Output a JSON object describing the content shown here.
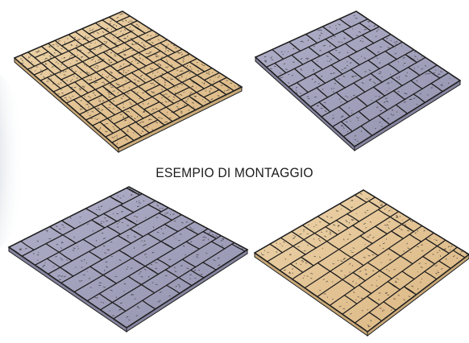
{
  "caption": "ESEMPIO DI MONTAGGIO",
  "colors": {
    "sand": "#e6c89a",
    "sand_side": "#c9a978",
    "slate": "#a3a2bd",
    "slate_side": "#85849f",
    "outline": "#1e1e1e",
    "left_shade": "#d7dde3"
  },
  "panels": [
    {
      "name": "panel-herringbone-sand",
      "pattern": "herringbone",
      "color": "sand"
    },
    {
      "name": "panel-running-bond-slate",
      "pattern": "running-bond",
      "color": "slate"
    },
    {
      "name": "panel-random-bond-slate",
      "pattern": "random",
      "color": "slate"
    },
    {
      "name": "panel-random-bond-sand",
      "pattern": "random",
      "color": "sand"
    }
  ]
}
